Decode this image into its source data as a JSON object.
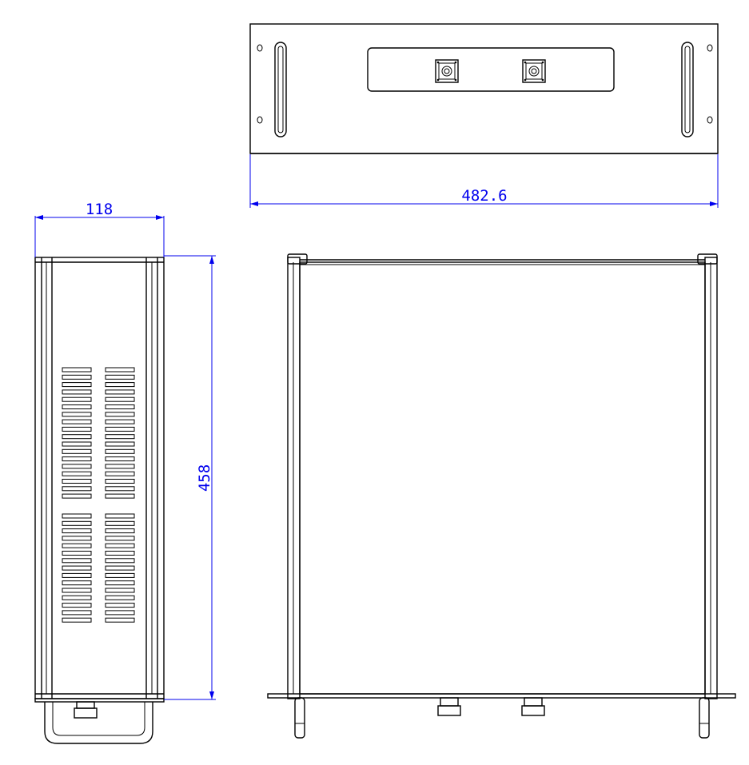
{
  "dimensions": {
    "width_front": "482.6",
    "width_side": "118",
    "depth_side": "458"
  },
  "colors": {
    "line": "#000000",
    "dimension": "#0000ee",
    "background": "#ffffff"
  }
}
